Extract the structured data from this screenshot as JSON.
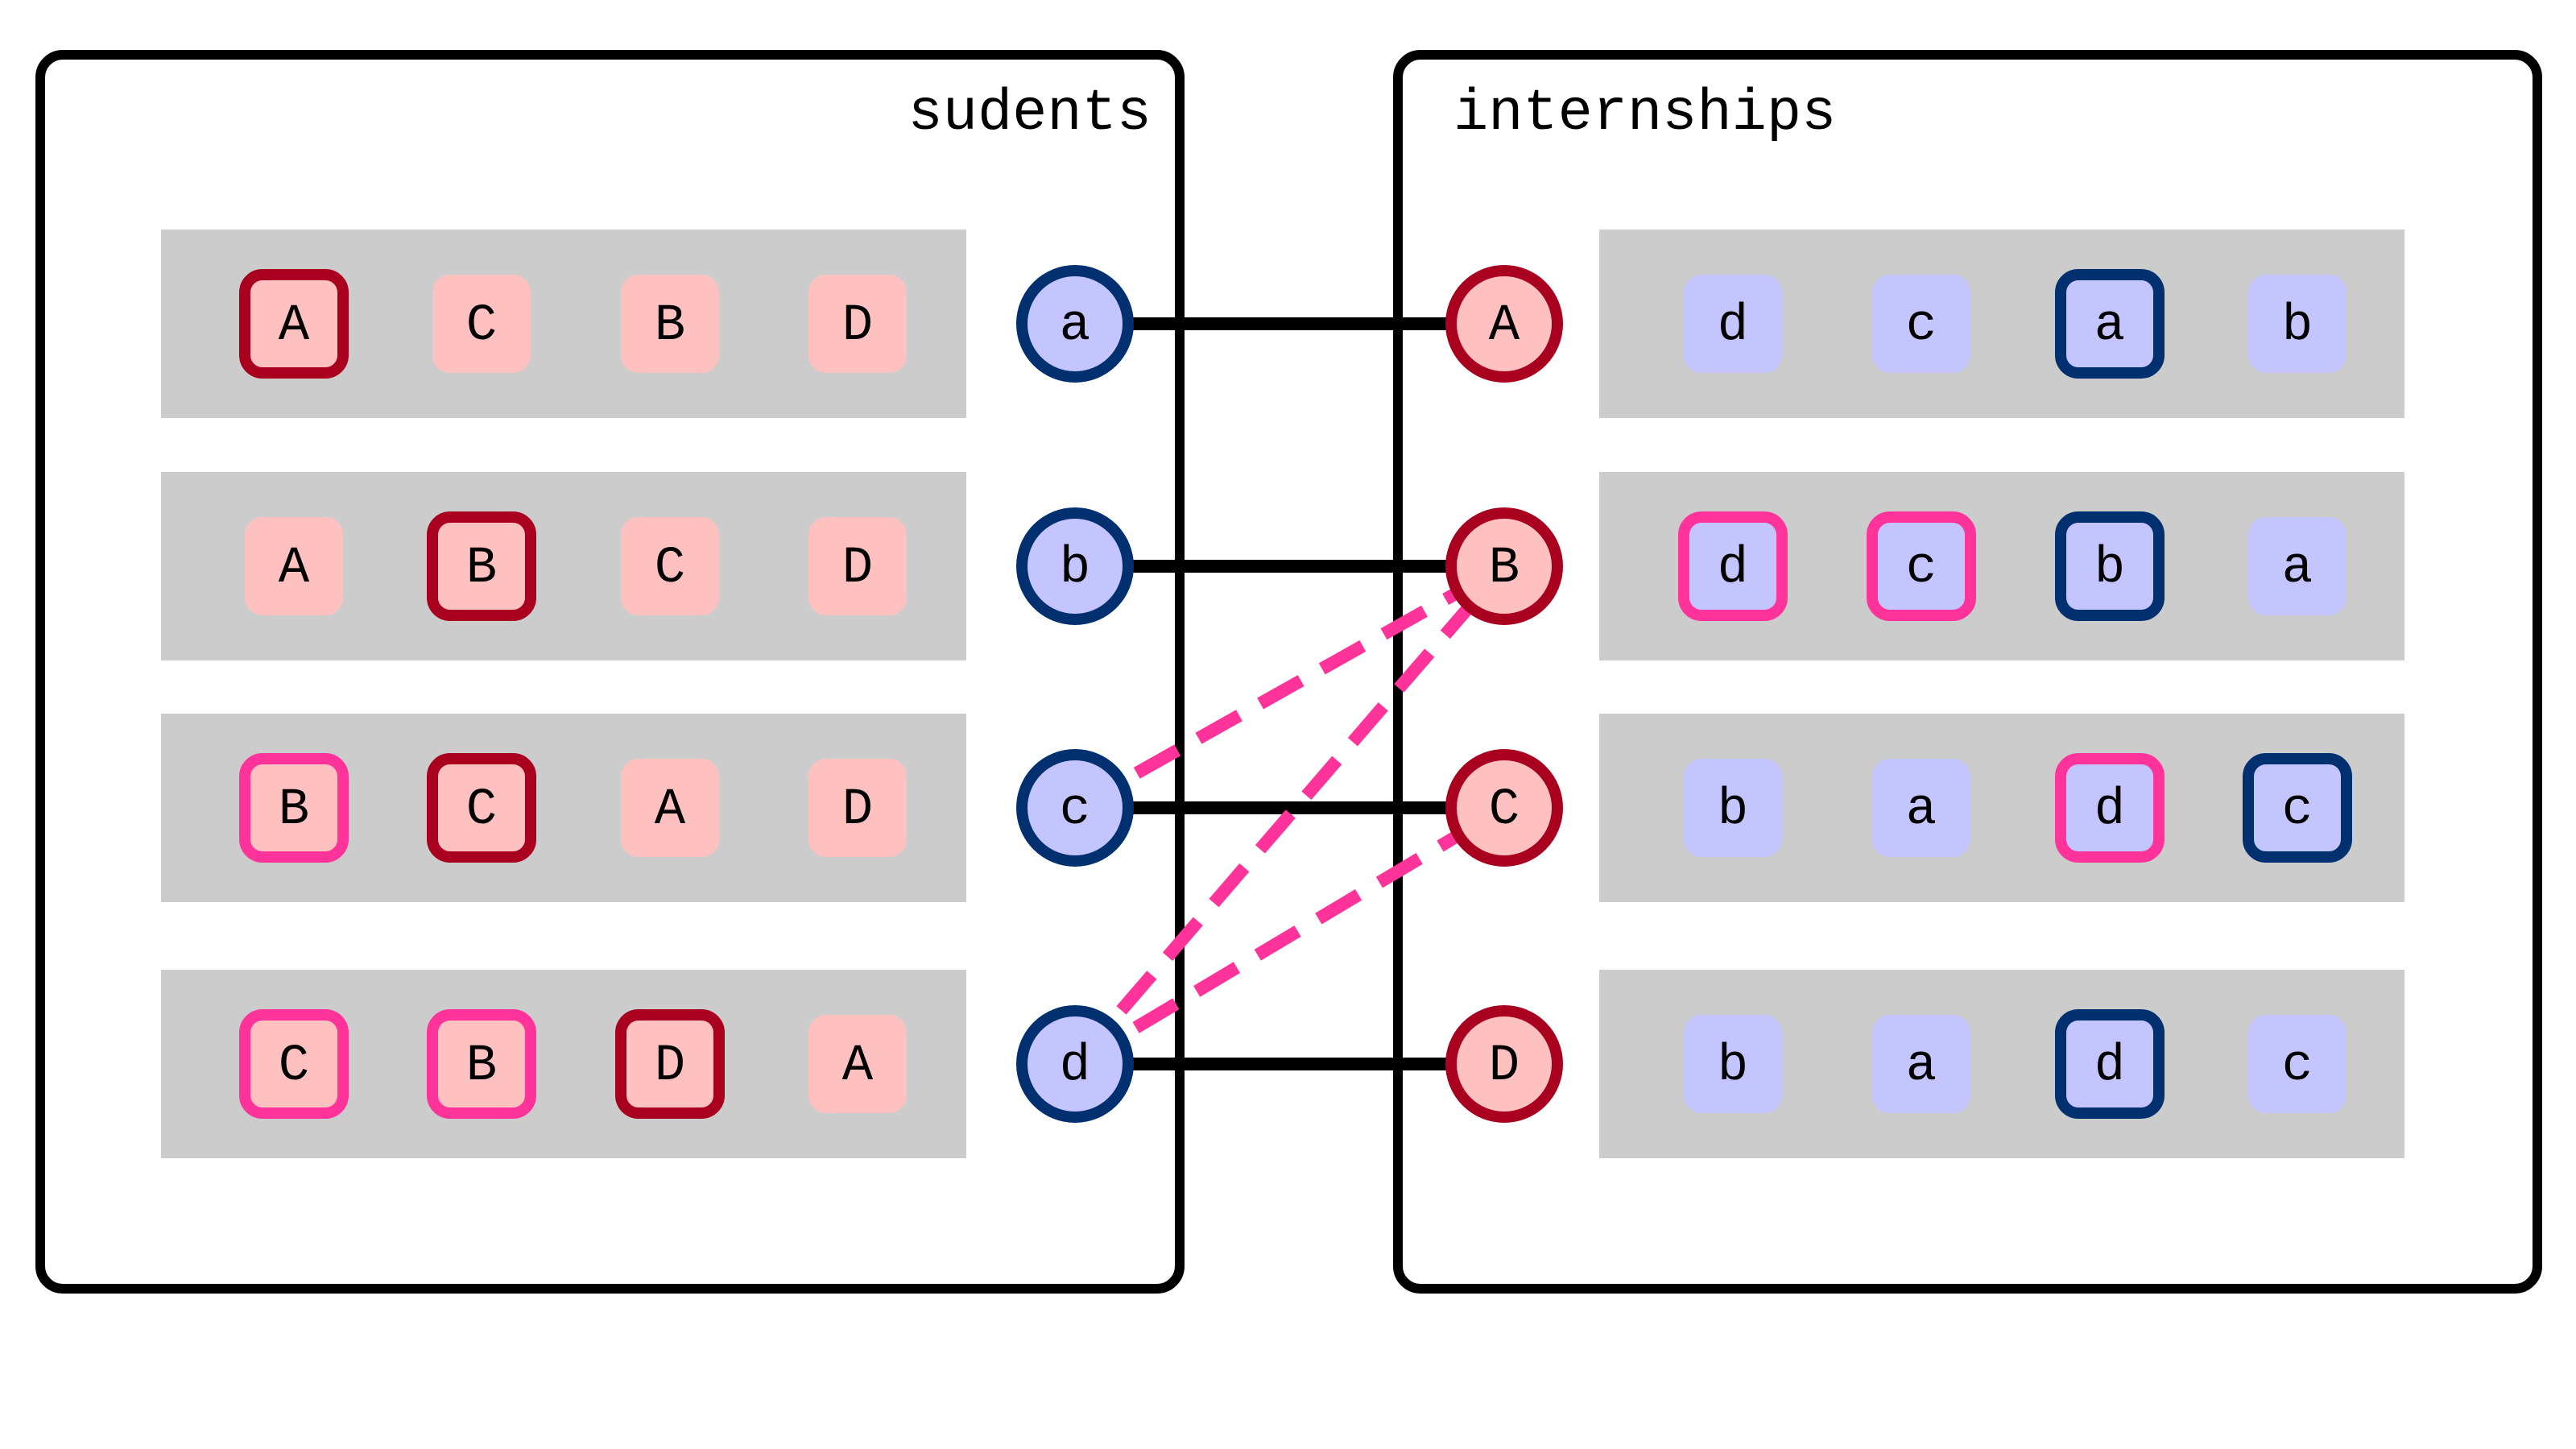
{
  "panels": {
    "left": {
      "title": "sudents"
    },
    "right": {
      "title": "internships"
    }
  },
  "colors": {
    "student_fill": "#c4c4ff",
    "student_ring": "#003070",
    "internship_fill": "#ffc0c0",
    "internship_ring": "#aa0020",
    "highlight_pink": "#ff3399",
    "edge_solid": "#000000",
    "strip_gray": "#cccccc"
  },
  "students": [
    {
      "id": "a",
      "preferences": [
        {
          "label": "A",
          "mark": "matched"
        },
        {
          "label": "C",
          "mark": "none"
        },
        {
          "label": "B",
          "mark": "none"
        },
        {
          "label": "D",
          "mark": "none"
        }
      ]
    },
    {
      "id": "b",
      "preferences": [
        {
          "label": "A",
          "mark": "none"
        },
        {
          "label": "B",
          "mark": "matched"
        },
        {
          "label": "C",
          "mark": "none"
        },
        {
          "label": "D",
          "mark": "none"
        }
      ]
    },
    {
      "id": "c",
      "preferences": [
        {
          "label": "B",
          "mark": "blocking"
        },
        {
          "label": "C",
          "mark": "matched"
        },
        {
          "label": "A",
          "mark": "none"
        },
        {
          "label": "D",
          "mark": "none"
        }
      ]
    },
    {
      "id": "d",
      "preferences": [
        {
          "label": "C",
          "mark": "blocking"
        },
        {
          "label": "B",
          "mark": "blocking"
        },
        {
          "label": "D",
          "mark": "matched"
        },
        {
          "label": "A",
          "mark": "none"
        }
      ]
    }
  ],
  "internships": [
    {
      "id": "A",
      "preferences": [
        {
          "label": "d",
          "mark": "none"
        },
        {
          "label": "c",
          "mark": "none"
        },
        {
          "label": "a",
          "mark": "matched"
        },
        {
          "label": "b",
          "mark": "none"
        }
      ]
    },
    {
      "id": "B",
      "preferences": [
        {
          "label": "d",
          "mark": "blocking"
        },
        {
          "label": "c",
          "mark": "blocking"
        },
        {
          "label": "b",
          "mark": "matched"
        },
        {
          "label": "a",
          "mark": "none"
        }
      ]
    },
    {
      "id": "C",
      "preferences": [
        {
          "label": "b",
          "mark": "none"
        },
        {
          "label": "a",
          "mark": "none"
        },
        {
          "label": "d",
          "mark": "blocking"
        },
        {
          "label": "c",
          "mark": "matched"
        }
      ]
    },
    {
      "id": "D",
      "preferences": [
        {
          "label": "b",
          "mark": "none"
        },
        {
          "label": "a",
          "mark": "none"
        },
        {
          "label": "d",
          "mark": "matched"
        },
        {
          "label": "c",
          "mark": "none"
        }
      ]
    }
  ],
  "matches": [
    {
      "student": "a",
      "internship": "A"
    },
    {
      "student": "b",
      "internship": "B"
    },
    {
      "student": "c",
      "internship": "C"
    },
    {
      "student": "d",
      "internship": "D"
    }
  ],
  "blocking_pairs": [
    {
      "student": "c",
      "internship": "B"
    },
    {
      "student": "d",
      "internship": "B"
    },
    {
      "student": "d",
      "internship": "C"
    }
  ]
}
